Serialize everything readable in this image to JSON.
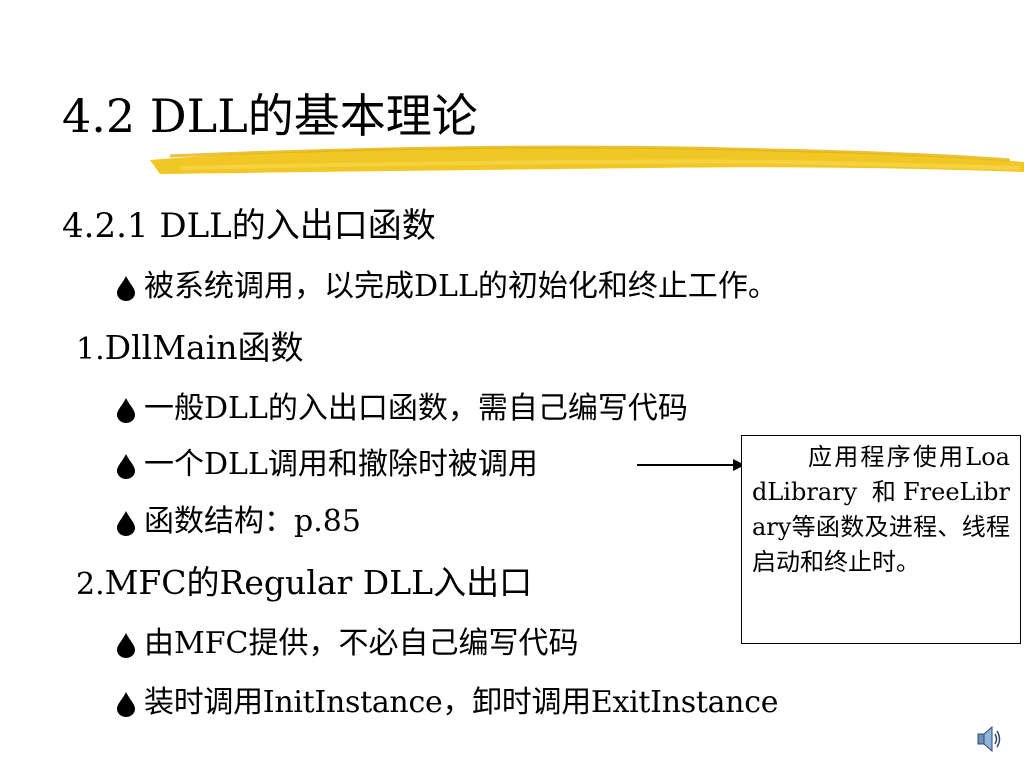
{
  "slide": {
    "title": "4.2 DLL的基本理论",
    "section": "4.2.1 DLL的入出口函数",
    "intro_bullet": "被系统调用，以完成DLL的初始化和终止工作。",
    "item1": {
      "number": "1.",
      "heading": "DllMain函数",
      "bullets": [
        "一般DLL的入出口函数，需自己编写代码",
        "一个DLL调用和撤除时被调用",
        "函数结构：p.85"
      ]
    },
    "item2": {
      "number": "2.",
      "heading": "MFC的Regular DLL入出口",
      "bullets": [
        "由MFC提供，不必自己编写代码",
        "装时调用InitInstance，卸时调用ExitInstance"
      ]
    },
    "note": "应用程序使用LoadLibrary 和FreeLibrary等函数及进程、线程启动和终止时。",
    "colors": {
      "highlight": "#F0C419",
      "text": "#000000",
      "background": "#FFFFFF"
    },
    "icons": {
      "bullet": "drop-bullet-icon",
      "audio": "speaker-icon"
    }
  }
}
